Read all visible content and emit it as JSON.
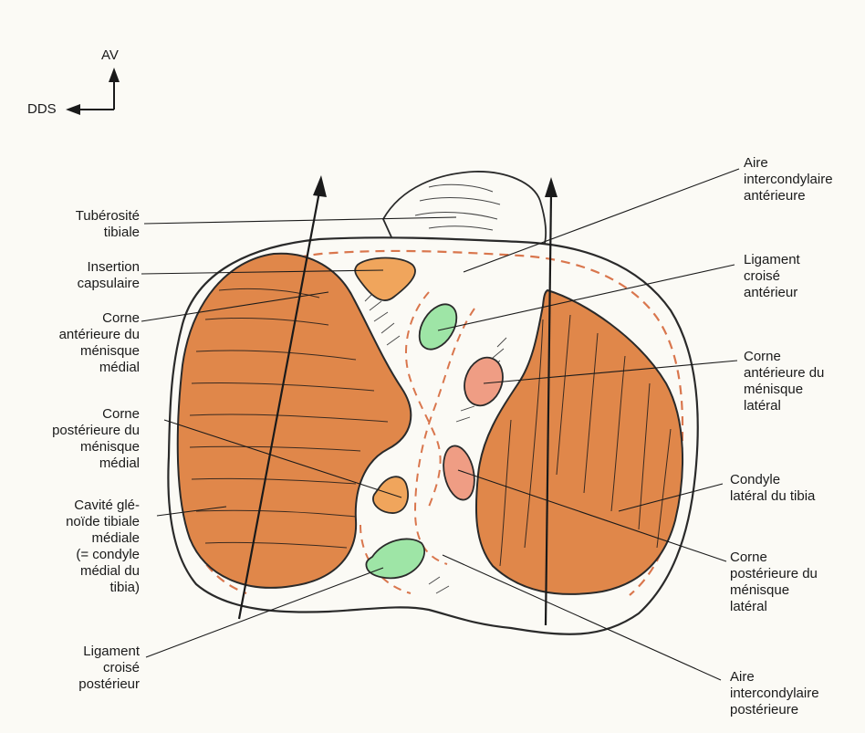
{
  "orientation": {
    "anterior": "AV",
    "lateral": "DDS"
  },
  "colors": {
    "cartilage": "#e0874a",
    "meniscus_horn": "#f0a55c",
    "ligament": "#9ee5a6",
    "anterior_horn_lateral": "#ef9d84",
    "outline": "#2a2a2a",
    "capsule_dash": "#d9764d"
  },
  "labels": {
    "left": {
      "tuberosite": "Tubérosité\ntibiale",
      "insertion": "Insertion\ncapsulaire",
      "corne_ant_med": "Corne\nantérieure du\nménisque\nmédial",
      "corne_post_med": "Corne\npostérieure du\nménisque\nmédial",
      "cavite": "Cavité glé-\nnoïde tibiale\nmédiale\n(= condyle\nmédial du\ntibia)",
      "lig_post": "Ligament\ncroisé\npostérieur"
    },
    "right": {
      "aire_ant": "Aire\nintercondylaire\nantérieure",
      "lig_ant": "Ligament\ncroisé\nantérieur",
      "corne_ant_lat": "Corne\nantérieure du\nménisque\nlatéral",
      "condyle_lat": "Condyle\nlatéral du tibia",
      "corne_post_lat": "Corne\npostérieure du\nménisque\nlatéral",
      "aire_post": "Aire\nintercondylaire\npostérieure"
    }
  }
}
